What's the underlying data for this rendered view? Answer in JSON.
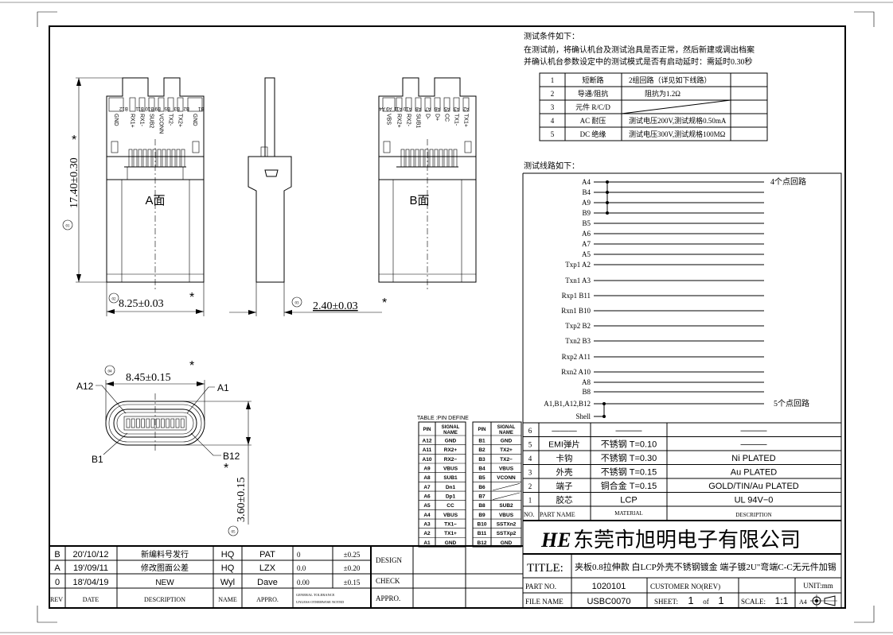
{
  "notes": {
    "heading": "测试条件如下：",
    "line1": "在测试前，将确认机台及测试治具是否正常，然后新建或调出档案",
    "line2": "并确认机台参数设定中的测试模式是否有启动延时：需延时0.30秒"
  },
  "test_table": [
    {
      "no": "1",
      "item": "短断路",
      "spec": "2组回路（详见如下线路）"
    },
    {
      "no": "2",
      "item": "导通/阻抗",
      "spec": "阻抗为1.2Ω"
    },
    {
      "no": "3",
      "item": "元件  R/C/D",
      "spec": ""
    },
    {
      "no": "4",
      "item": "AC 耐压",
      "spec": "测试电压200V,测试规格0.50mA"
    },
    {
      "no": "5",
      "item": "DC 绝缘",
      "spec": "测试电压300V,测试规格100MΩ"
    }
  ],
  "circuit": {
    "heading": "测试线路如下：",
    "nets": [
      "A4",
      "B4",
      "A9",
      "B9",
      "B5",
      "A6",
      "A7",
      "A5",
      "Txp1 A2",
      "Txn1 A3",
      "Rxp1 B11",
      "Rxn1 B10",
      "Txp2 B2",
      "Txn2 B3",
      "Rxp2 A11",
      "Rxn2 A10",
      "A8",
      "B8",
      "A1,B1,A12,B12",
      "Shell"
    ],
    "group1_label": "4个点回路",
    "group2_label": "5个点回路"
  },
  "pin_table": {
    "title": "TABLE :PIN DEFINE",
    "header_pin": "PIN",
    "header_signal_1": "SIGNAL",
    "header_signal_2": "NAME",
    "rows": [
      [
        "A12",
        "GND",
        "B1",
        "GND"
      ],
      [
        "A11",
        "RX2+",
        "B2",
        "TX2+"
      ],
      [
        "A10",
        "RX2−",
        "B3",
        "TX2−"
      ],
      [
        "A9",
        "VBUS",
        "B4",
        "VBUS"
      ],
      [
        "A8",
        "SUB1",
        "B5",
        "VCONN"
      ],
      [
        "A7",
        "Dn1",
        "B6",
        ""
      ],
      [
        "A6",
        "Dp1",
        "B7",
        ""
      ],
      [
        "A5",
        "CC",
        "B8",
        "SUB2"
      ],
      [
        "A4",
        "VBUS",
        "B9",
        "VBUS"
      ],
      [
        "A3",
        "TX1−",
        "B10",
        "SSTXn2"
      ],
      [
        "A2",
        "TX1+",
        "B11",
        "SSTXp2"
      ],
      [
        "A1",
        "GND",
        "B12",
        "GND"
      ]
    ]
  },
  "parts": {
    "rows": [
      {
        "no": "6",
        "name": "———",
        "material": "———",
        "desc": "———"
      },
      {
        "no": "5",
        "name": "EMI弹片",
        "material": "不锈钢  T=0.10",
        "desc": "———"
      },
      {
        "no": "4",
        "name": "卡钩",
        "material": "不锈钢  T=0.30",
        "desc": "Ni PLATED"
      },
      {
        "no": "3",
        "name": "外壳",
        "material": "不锈钢  T=0.15",
        "desc": "Au PLATED"
      },
      {
        "no": "2",
        "name": "端子",
        "material": "铜合金  T=0.15",
        "desc": "GOLD/TIN/Au PLATED"
      },
      {
        "no": "1",
        "name": "胶芯",
        "material": "LCP",
        "desc": "UL 94V−0"
      }
    ],
    "header": {
      "no": "NO.",
      "name": "PART NAME",
      "material": "MATERIAL",
      "desc": "DESCRIPTION"
    }
  },
  "company": {
    "logo": "HE",
    "name": "东莞市旭明电子有限公司"
  },
  "title_block": {
    "title_label": "TITLE:",
    "title": "夹板0.8拉伸款 白LCP外壳不锈钢镀金 端子镀2U\"弯端C-C无元件加锡",
    "part_no_label": "PART NO.",
    "part_no": "1020101",
    "customer_label": "CUSTOMER NO(REV)",
    "unit": "UNIT:mm",
    "file_name_label": "FILE NAME",
    "file_name": "USBC0070",
    "sheet_label": "SHEET:",
    "sheet": "1",
    "of_label": "of",
    "sheets": "1",
    "scale_label": "SCALE:",
    "scale": "1:1",
    "paper": "A4"
  },
  "revisions": {
    "rows": [
      {
        "rev": "B",
        "date": "20'/10/12",
        "desc": "新编料号发行",
        "name": "HQ",
        "appro": "PAT",
        "tol_dec": "0",
        "tol": "±0.25"
      },
      {
        "rev": "A",
        "date": "19'/09/11",
        "desc": "修改图面公差",
        "name": "HQ",
        "appro": "LZX",
        "tol_dec": "0.0",
        "tol": "±0.20"
      },
      {
        "rev": "0",
        "date": "18'/04/19",
        "desc": "NEW",
        "name": "Wyl",
        "appro": "Dave",
        "tol_dec": "0.00",
        "tol": "±0.15"
      }
    ],
    "header": {
      "rev": "REV",
      "date": "DATE",
      "desc": "DESCRIPTION",
      "name": "NAME",
      "appro": "APPRO.",
      "tol_1": "GENERAL TOLERANCE",
      "tol_2": "UNLESS OTHERWISE NOTED"
    },
    "design": "DESIGN",
    "check": "CHECK",
    "approve": "APPRO."
  },
  "drawings": {
    "face_a_label": "A面",
    "face_b_label": "B面",
    "face_a_pads": [
      "B12",
      "B11",
      "B10",
      "B9",
      "B5",
      "B3",
      "B2",
      "B1"
    ],
    "face_a_signals": [
      "GND",
      "RX1+",
      "RX1-",
      "SUB2",
      "VCONN",
      "TX2-",
      "TX2+",
      "GND"
    ],
    "face_b_pads": [
      "A9 A4",
      "A11",
      "A10",
      "A8",
      "A7",
      "A6",
      "A5",
      "A3",
      "A2"
    ],
    "face_b_signals": [
      "VBS",
      "RX2+",
      "RX2-",
      "SUB1",
      "D-",
      "D+",
      "CC",
      "TX1-",
      "TX1+"
    ],
    "dim_length": "17.40±0.30",
    "dim_width": "8.25±0.03",
    "dim_thickness": "2.40±0.03",
    "dim_port_width": "8.45±0.15",
    "dim_port_height": "3.60±0.15",
    "critical_mark": "*",
    "balloons": [
      "01",
      "02",
      "03",
      "04",
      "05"
    ],
    "port_labels": {
      "a12": "A12",
      "a1": "A1",
      "b1": "B1",
      "b12": "B12"
    }
  }
}
